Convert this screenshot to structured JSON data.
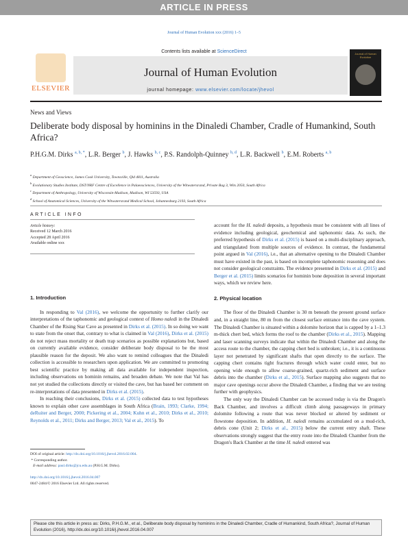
{
  "banner": "ARTICLE IN PRESS",
  "journal_ref": "Journal of Human Evolution xxx (2016) 1–5",
  "masthead": {
    "contents_prefix": "Contents lists available at ",
    "contents_link": "ScienceDirect",
    "journal_title": "Journal of Human Evolution",
    "homepage_prefix": "journal homepage: ",
    "homepage_url": "www.elsevier.com/locate/jhevol",
    "publisher": "ELSEVIER",
    "cover_text": "Journal of Human Evolution"
  },
  "section_type": "News and Views",
  "article_title": "Deliberate body disposal by hominins in the Dinaledi Chamber, Cradle of Humankind, South Africa?",
  "authors_html": "P.H.G.M. Dirks <sup>a, b, *</sup>, L.R. Berger <sup>b</sup>, J. Hawks <sup>b, c</sup>, P.S. Randolph-Quinney <sup>b, d</sup>, L.R. Backwell <sup>b</sup>, E.M. Roberts <sup>a, b</sup>",
  "affiliations_html": "<sup>a</sup> Department of Geoscience, James Cook University, Townsville, Qld 4811, Australia<br><sup>b</sup> Evolutionary Studies Institute, DST/NRF Centre of Excellence in Palaeosciences, University of the Witwatersrand, Private Bag 3, Wits 2050, South Africa<br><sup>c</sup> Department of Anthropology, University of Wisconsin-Madison, Madison, WI 53593, USA<br><sup>d</sup> School of Anatomical Sciences, University of the Witwatersrand Medical School, Johannesburg 2193, South Africa",
  "article_info_label": "ARTICLE INFO",
  "history_html": "<i>Article history:</i><br>Received 12 March 2016<br>Accepted 28 April 2016<br>Available online xxx",
  "left_col_html": "<div class=\"sec-head\">1. Introduction</div><div style=\"height:10px\"></div><p class=\"ind\">In responding to <a>Val (2016)</a>, we welcome the opportunity to further clarify our interpretations of the taphonomic and geological context of <i>Homo naledi</i> in the Dinaledi Chamber of the Rising Star Cave as presented in <a>Dirks et al. (2015)</a>. In so doing we want to state from the onset that, contrary to what is claimed in <a>Val (2016)</a>, <a>Dirks et al. (2015)</a> do not reject mass mortality or death trap scenarios as possible explanations but, based on currently available evidence, consider deliberate body disposal to be the most plausible reason for the deposit. We also want to remind colleagues that the Dinaledi collection is accessible to researchers upon application. We are committed to promoting best scientific practice by making all data available for independent inspection, including observations on hominin remains, and broaden debate. We note that Val has not yet studied the collections directly or visited the cave, but has based her comment on re-interpretations of data presented in <a>Dirks et al. (2015)</a>.</p><p class=\"ind\">In reaching their conclusions, <a>Dirks et al. (2015)</a> collected data to test hypotheses known to explain other cave assemblages in South Africa (<a>Brain, 1993; Clarke, 1994; deRuiter and Berger, 2000; Pickering et al., 2004; Kuhn et al., 2010; Dirks et al., 2010; Reynolds et al., 2011; Dirks and Berger, 2013; Val et al., 2015</a>). To</p>",
  "right_col_html": "<p>account for the <i>H. naledi</i> deposits, a hypothesis must be consistent with all lines of evidence including geological, geochemical and taphonomic data. As such, the preferred hypothesis of <a>Dirks et al. (2015)</a> is based on a multi-disciplinary approach, and triangulated from multiple sources of evidence. In contrast, the fundamental point argued in <a>Val (2016)</a>, i.e., that an alternative opening to the Dinaledi Chamber must have existed in the past, is based on incomplete taphonomic reasoning and does not consider geological constraints. The evidence presented in <a>Dirks et al. (2015)</a> and <a>Berger et al. (2015)</a> limits scenarios for hominin bone deposition in several important ways, which we review here.</p><div style=\"height:12px\"></div><div class=\"sec-head\">2. Physical location</div><div style=\"height:10px\"></div><p class=\"ind\">The floor of the Dinaledi Chamber is 30 m beneath the present ground surface and, in a straight line, 80 m from the closest surface entrance into the cave system. The Dinaledi Chamber is situated within a dolomite horizon that is capped by a 1–1.3 m-thick chert bed, which forms the roof to the chamber (<a>Dirks et al., 2015</a>). Mapping and laser scanning surveys indicate that within the Dinaledi Chamber and along the access route to the chamber, the capping chert bed is unbroken; i.e., it is a continuous layer not penetrated by significant shafts that open directly to the surface. The capping chert contains tight fractures through which water could enter, but no opening wide enough to allow coarse-grained, quartz-rich sediment and surface debris into the chamber (<a>Dirks et al., 2015</a>). Surface mapping also suggests that no major cave openings occur above the Dinaledi Chamber, a finding that we are testing further with geophysics.</p><p class=\"ind\">The only way the Dinaledi Chamber can be accessed today is via the Dragon's Back Chamber, and involves a difficult climb along passageways in primary dolomite following a route that was never blocked or altered by sediment or flowstone deposition. In addition, <i>H. naledi</i> remains accumulated on a mud-rich, debris cone (Unit 2; <a>Dirks et al., 2015</a>) below the current entry shaft. These observations strongly suggest that the entry route into the Dinaledi Chamber from the Dragon's Back Chamber at the time <i>H. naledi</i> entered was</p>",
  "footnotes_html": "DOI of original article: <a>http://dx.doi.org/10.1016/j.jhevol.2016.02.004</a>.<br>&nbsp;* Corresponding author.<br>&nbsp;&nbsp;&nbsp;<i>E-mail address:</i> <a>paul.dirks@jcu.edu.au</a> (P.H.G.M. Dirks).<br><br><a>http://dx.doi.org/10.1016/j.jhevol.2016.04.007</a><br>0047-2484/© 2016 Elsevier Ltd. All rights reserved.",
  "cite_text": "Please cite this article in press as: Dirks, P.H.G.M., et al., Deliberate body disposal by hominins in the Dinaledi Chamber, Cradle of Humankind, South Africa?, Journal of Human Evolution (2016), http://dx.doi.org/10.1016/j.jhevol.2016.04.007"
}
